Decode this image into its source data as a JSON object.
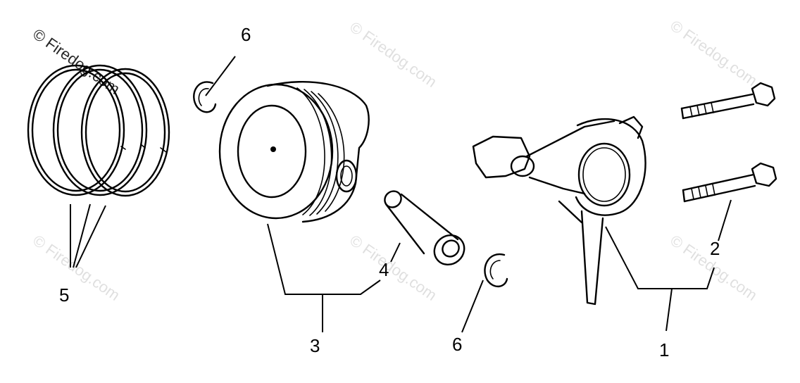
{
  "watermark": {
    "text": "© Firedog.com"
  },
  "callouts": [
    {
      "id": "1",
      "label": "1"
    },
    {
      "id": "2",
      "label": "2"
    },
    {
      "id": "3",
      "label": "3"
    },
    {
      "id": "4",
      "label": "4"
    },
    {
      "id": "5",
      "label": "5"
    },
    {
      "id": "6a",
      "label": "6"
    },
    {
      "id": "6b",
      "label": "6"
    }
  ],
  "colors": {
    "ink": "#000000",
    "background": "#ffffff"
  }
}
